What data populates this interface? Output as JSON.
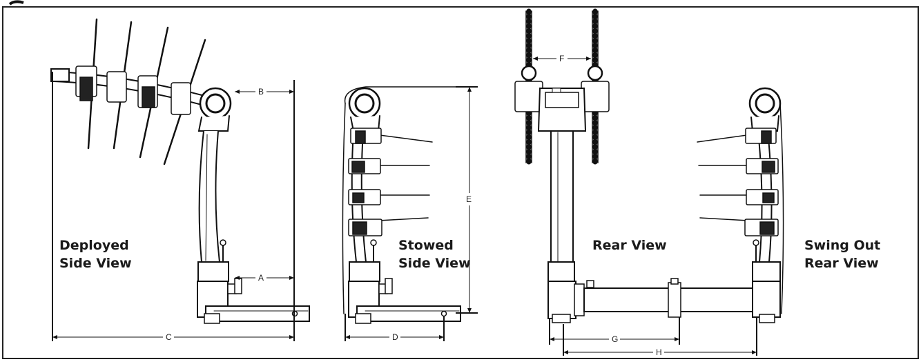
{
  "diagram": {
    "views": {
      "deployed": [
        "Deployed",
        "Side View"
      ],
      "stowed": [
        "Stowed",
        "Side View"
      ],
      "rear": [
        "Rear View"
      ],
      "swing": [
        "Swing Out",
        "Rear View"
      ]
    },
    "dimensions": {
      "A": "A",
      "B": "B",
      "C": "C",
      "D": "D",
      "E": "E",
      "F": "F",
      "G": "G",
      "H": "H"
    }
  }
}
